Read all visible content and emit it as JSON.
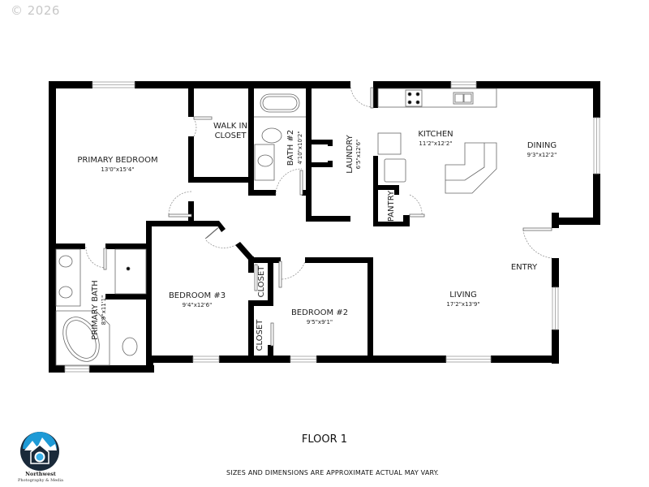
{
  "header": {
    "copyright": "© 2026"
  },
  "floor_plan": {
    "title": "FLOOR 1",
    "disclaimer": "SIZES AND DIMENSIONS ARE APPROXIMATE ACTUAL MAY VARY.",
    "wall_color": "#000000",
    "rooms": [
      {
        "id": "primary-bedroom",
        "name": "PRIMARY BEDROOM",
        "dimensions": "13'0\"x15'4\""
      },
      {
        "id": "walk-in-closet",
        "name_line1": "WALK IN",
        "name_line2": "CLOSET"
      },
      {
        "id": "bath-2",
        "name": "BATH #2",
        "dimensions": "4'10\"x10'2\""
      },
      {
        "id": "laundry",
        "name": "LAUNDRY",
        "dimensions": "6'5\"x12'6\""
      },
      {
        "id": "kitchen",
        "name": "KITCHEN",
        "dimensions": "11'2\"x12'2\""
      },
      {
        "id": "dining",
        "name": "DINING",
        "dimensions": "9'3\"x12'2\""
      },
      {
        "id": "pantry",
        "name": "PANTRY"
      },
      {
        "id": "entry",
        "name": "ENTRY"
      },
      {
        "id": "living",
        "name": "LIVING",
        "dimensions": "17'2\"x13'9\""
      },
      {
        "id": "bedroom-3",
        "name": "BEDROOM #3",
        "dimensions": "9'4\"x12'6\""
      },
      {
        "id": "bedroom-2",
        "name": "BEDROOM #2",
        "dimensions": "9'5\"x9'1\""
      },
      {
        "id": "closet-bed3",
        "name": "CLOSET"
      },
      {
        "id": "closet-bed2",
        "name": "CLOSET"
      },
      {
        "id": "primary-bath",
        "name": "PRIMARY BATH",
        "dimensions": "8'9\"x11'1\""
      }
    ]
  },
  "logo": {
    "name": "Northwest",
    "subtitle": "Photography & Media",
    "colors": {
      "sky": "#1e9ad6",
      "dark": "#1a2a3a",
      "lens": "#3ab0e8"
    }
  }
}
